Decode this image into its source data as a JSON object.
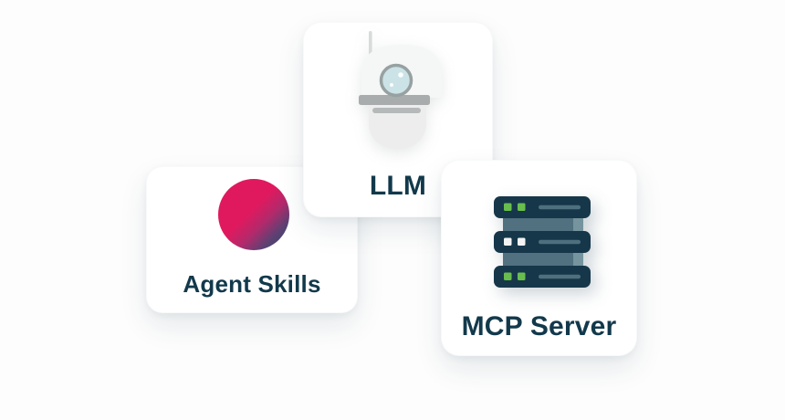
{
  "colors": {
    "background": "#fdfdfd",
    "card_background": "#ffffff",
    "label_text": "#12394b",
    "circle_gradient_start": "#e0195e",
    "circle_gradient_mid1": "#b12a6c",
    "circle_gradient_mid2": "#5a4173",
    "circle_gradient_end": "#2e4a66",
    "server_body": "#16374a",
    "server_connector": "#517180",
    "server_connector_light": "#76949e",
    "server_slot": "#4e6f7d",
    "server_led_green": "#68bd4d",
    "server_led_white": "#f2f4f4",
    "robot_head": "#f5f6f6",
    "robot_band": "#a8acac",
    "robot_bar": "#b5b9b9",
    "robot_body": "#ededee",
    "robot_eye_ring": "#97a1a1",
    "robot_eye_glass": "#cbe3e6",
    "robot_antenna": "#d7dbdb"
  },
  "cards": {
    "llm": {
      "label": "LLM",
      "icon": "robot-icon"
    },
    "agent_skills": {
      "label": "Agent Skills",
      "icon": "gradient-circle-icon"
    },
    "mcp_server": {
      "label": "MCP Server",
      "icon": "server-stack-icon"
    }
  }
}
